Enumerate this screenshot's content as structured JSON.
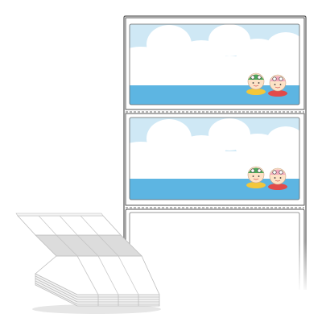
{
  "product": {
    "labels": [
      {
        "position": "top",
        "scene": "kids-swimming-in-sea"
      },
      {
        "position": "middle",
        "scene": "kids-swimming-in-sea"
      },
      {
        "position": "bottom",
        "scene": "blank-label"
      }
    ],
    "colors": {
      "sky": "#cfe8f5",
      "sea": "#5db5e2",
      "cloud": "#ffffff",
      "label_border": "#444444",
      "perforation": "#6f6f6f",
      "stack_edge": "#bdbdbd",
      "shadow": "#cfcfcf"
    }
  }
}
